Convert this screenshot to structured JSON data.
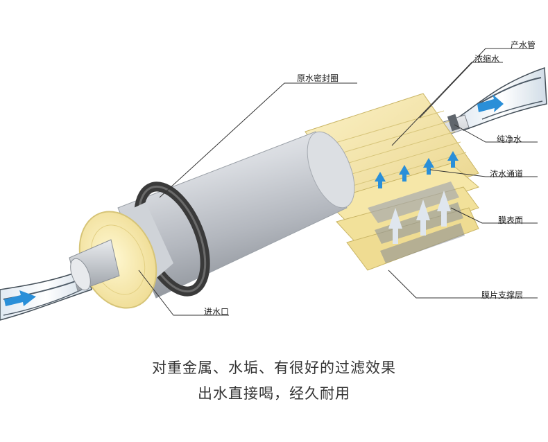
{
  "labels": {
    "seal_ring": "原水密封圈",
    "product_tube": "产水管",
    "concentrate": "浓缩水",
    "pure_water": "纯净水",
    "concentrate_channel": "浓水通道",
    "membrane_surface": "膜表面",
    "membrane_support": "膜片支撑层",
    "water_inlet": "进水口"
  },
  "captions": {
    "line1": "对重金属、水垢、有很好的过滤效果",
    "line2": "出水直接喝，经久耐用"
  },
  "colors": {
    "water_flow_arrow": "#2a8fd8",
    "membrane_yellow": "#f3e3a0",
    "seal_ring": "#3a3a3a",
    "housing_silver": "#c9ccd1"
  }
}
